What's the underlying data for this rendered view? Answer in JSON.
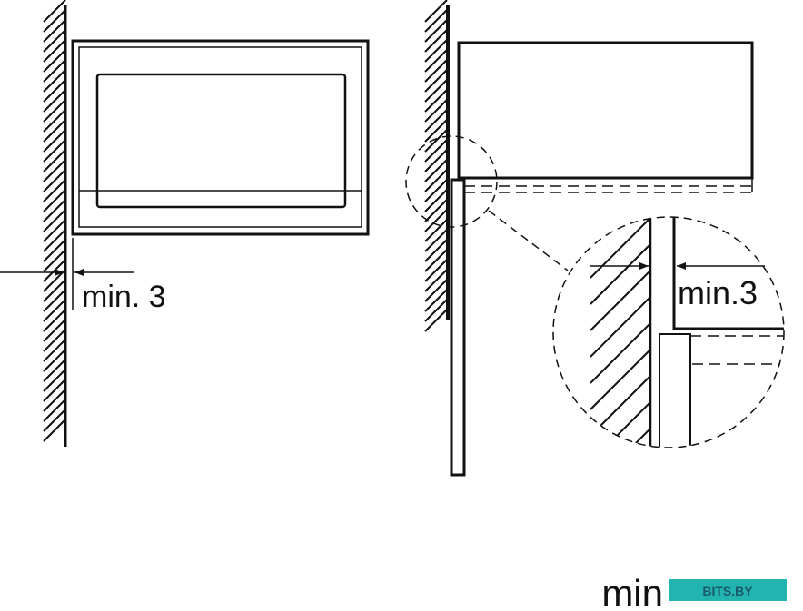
{
  "left_figure": {
    "dimension_label": "min. 3"
  },
  "detail_figure": {
    "dimension_label": "min.3"
  },
  "bottom_partial_label": "min",
  "watermark": {
    "text": "BITS.BY",
    "color": "#22b5b0"
  },
  "colors": {
    "line": "#111111",
    "background": "#ffffff"
  }
}
